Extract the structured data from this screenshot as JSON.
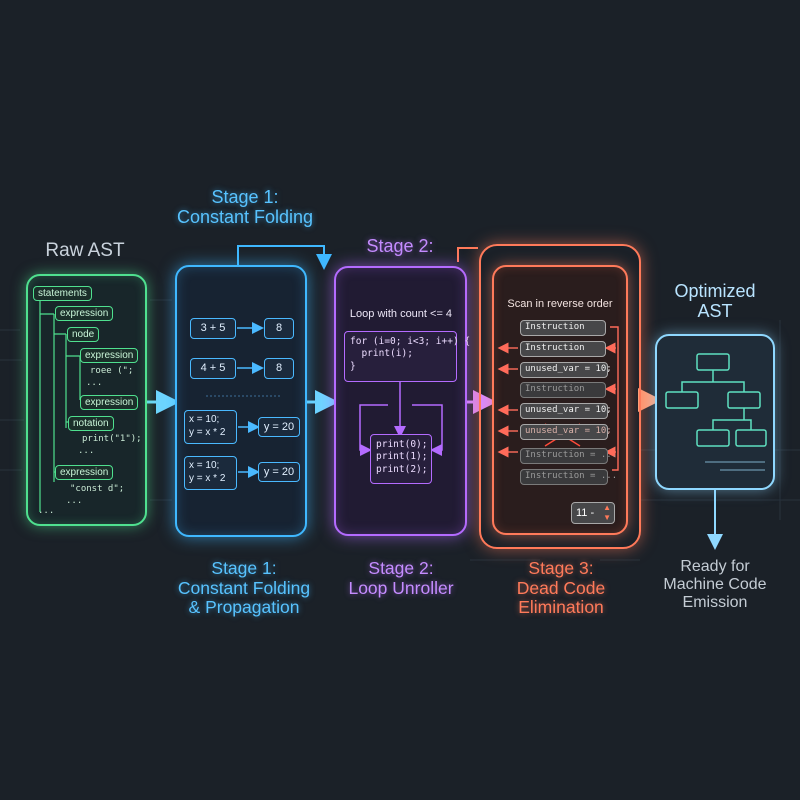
{
  "labels": {
    "raw_ast": "Raw AST",
    "stage1_top": [
      "Stage 1:",
      "Constant Folding"
    ],
    "stage2_top": "Stage 2:",
    "optimized": [
      "Optimized",
      "AST"
    ],
    "stage1_bottom": [
      "Stage 1:",
      "Constant Folding",
      "& Propagation"
    ],
    "stage2_bottom": [
      "Stage 2:",
      "Loop Unroller"
    ],
    "stage3_bottom": [
      "Stage 3:",
      "Dead Code",
      "Elimination"
    ],
    "ready": [
      "Ready for",
      "Machine Code",
      "Emission"
    ]
  },
  "ast": {
    "statements": "statements",
    "expression1": "expression",
    "node": "node",
    "expression2": "expression",
    "code1": "roee (\";",
    "dots1": "...",
    "expression3": "expression",
    "notation": "notation",
    "code2": "print(\"1\");",
    "dots2": "...",
    "expression4": "expression",
    "code3": "\"const d\";",
    "dots3": "...",
    "dots4": "..."
  },
  "stage1": {
    "rows": [
      {
        "expr": "3 + 5",
        "result": "8"
      },
      {
        "expr": "4 + 5",
        "result": "8"
      },
      {
        "expr": "x = 10;\ny = x * 2",
        "result": "y = 20"
      },
      {
        "expr": "x = 10;\ny = x * 2",
        "result": "y = 20"
      }
    ]
  },
  "stage2": {
    "header": "Loop with count <= 4",
    "loop_code": "for (i=0; i<3; i++) {\n  print(i);\n}",
    "unrolled": "print(0);\nprint(1);\nprint(2);"
  },
  "stage3": {
    "header": "Scan in reverse order",
    "items": [
      {
        "text": "Instruction",
        "dead": false
      },
      {
        "text": "Instruction",
        "dead": false
      },
      {
        "text": "unused_var = 10;",
        "dead": false
      },
      {
        "text": "Instruction",
        "dead": true
      },
      {
        "text": "unused_var = 10;",
        "dead": false
      },
      {
        "text": "unused_var = 10;",
        "dead": false,
        "crossed": true
      },
      {
        "text": "Instruction = ...",
        "dead": true
      },
      {
        "text": "Instruction = ...",
        "dead": true
      }
    ],
    "counter": "11 -"
  },
  "colors": {
    "green": "#4fe08f",
    "blue": "#3fb8ff",
    "purple": "#b46bff",
    "red": "#ff7a5a",
    "cyan": "#8fd8ff"
  }
}
